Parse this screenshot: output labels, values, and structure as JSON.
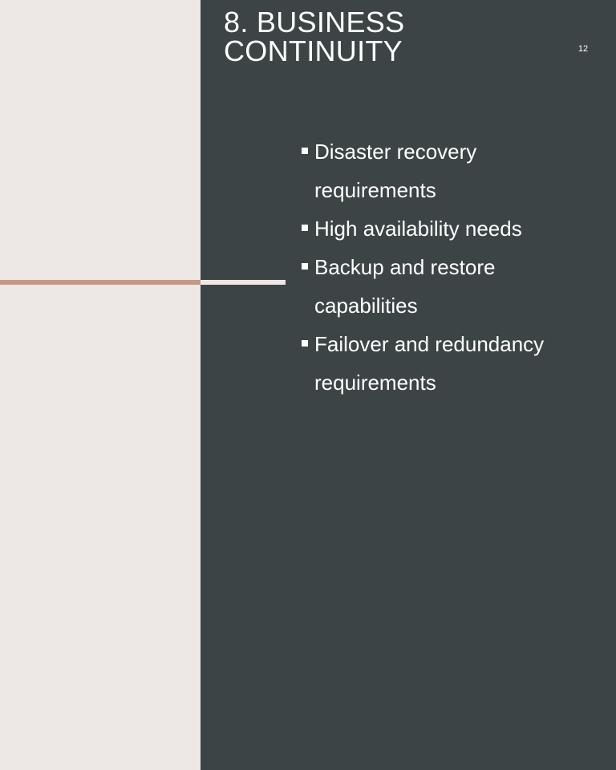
{
  "slide": {
    "title_line1": "8. BUSINESS",
    "title_line2": "CONTINUITY",
    "slide_number": "12",
    "bullets": [
      {
        "line1": "Disaster recovery",
        "line2": "requirements"
      },
      {
        "line1": "High availability needs",
        "line2": ""
      },
      {
        "line1": "Backup and restore",
        "line2": "capabilities"
      },
      {
        "line1": "Failover and redundancy",
        "line2": "requirements"
      }
    ]
  },
  "colors": {
    "left_background": "#ede8e5",
    "right_background": "#3c4446",
    "accent_line": "#c39a87",
    "text": "#ffffff"
  }
}
